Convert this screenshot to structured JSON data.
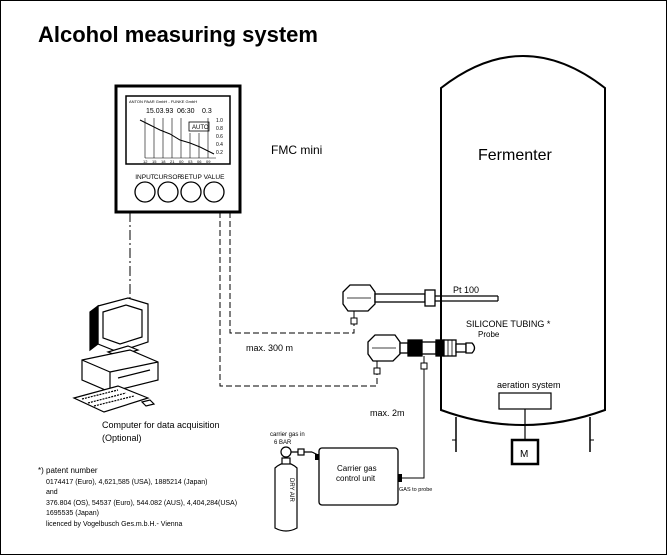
{
  "title": "Alcohol measuring system",
  "fmc": {
    "header": "ANTON PAAR GmbH - FUNKE GmbH",
    "date": "15.03.93",
    "time": "06:30",
    "value": "0.3",
    "tag": "AUTO",
    "y_ticks": [
      "1.0",
      "0.8",
      "0.6",
      "0.4",
      "0.2"
    ],
    "x_ticks": [
      "12",
      "15",
      "18",
      "21",
      "00",
      "03",
      "06",
      "09"
    ],
    "buttons": [
      "INPUT",
      "CURSOR",
      "SETUP",
      "VALUE"
    ],
    "label": "FMC mini"
  },
  "fermenter": {
    "label": "Fermenter",
    "pt100": "Pt 100",
    "silicone": "SILICONE TUBING *",
    "probe": "Probe",
    "aeration": "aeration system",
    "motor": "M"
  },
  "distances": {
    "max300": "max. 300 m",
    "max2": "max. 2m"
  },
  "computer": {
    "line1": "Computer for data acquisition",
    "line2": "(Optional)"
  },
  "gas": {
    "bottle_top_1": "carrier gas in",
    "bottle_top_2": "6 BAR",
    "bottle_label": "DRY AIR",
    "unit_1": "Carrier gas",
    "unit_2": "control unit",
    "to_probe": "GAS to probe"
  },
  "patent": {
    "heading": "*) patent number",
    "line1": "0174417 (Euro), 4,621,585 (USA), 1885214 (Japan)",
    "line2": "and",
    "line3": "376.804 (OS), 54537 (Euro), 544.082 (AUS), 4,404,284(USA)",
    "line4": "1695535 (Japan)",
    "line5": "licenced by Vogelbusch Ges.m.b.H.- Vienna"
  }
}
